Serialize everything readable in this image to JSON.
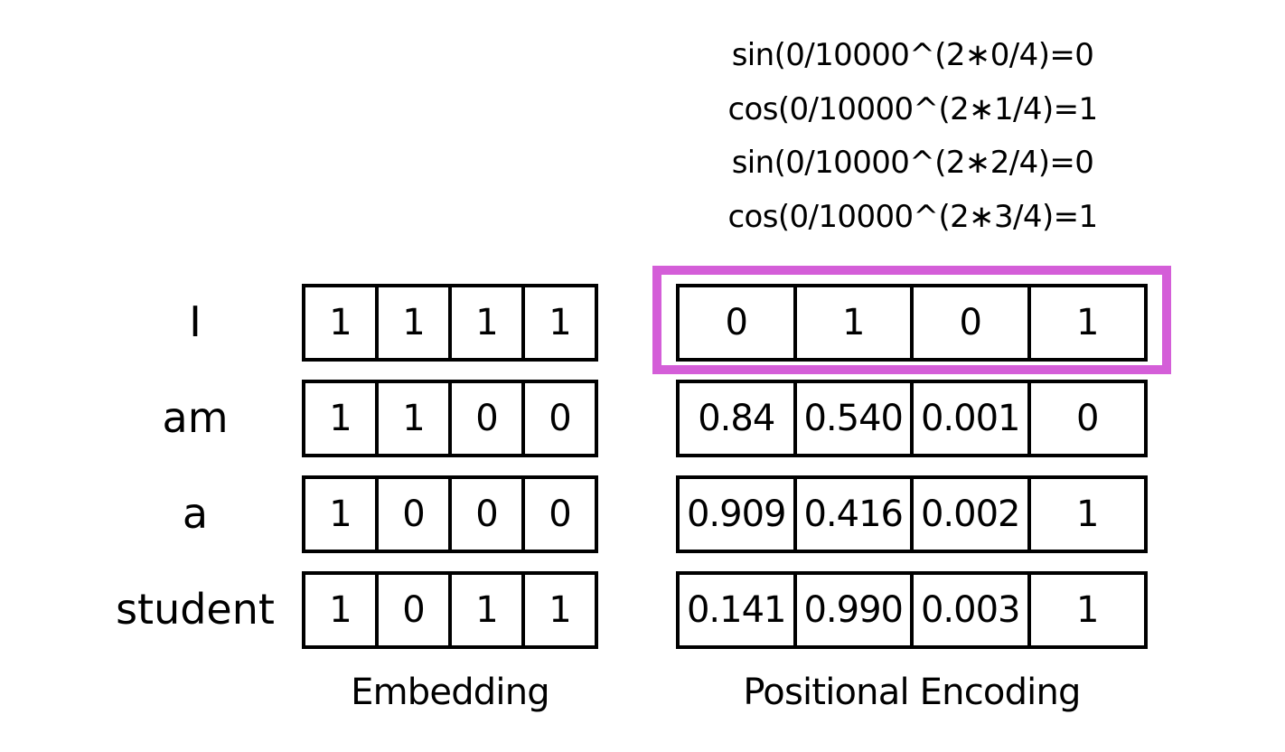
{
  "formulas": [
    "sin(0/10000^(2∗0/4)=0",
    "cos(0/10000^(2∗1/4)=1",
    "sin(0/10000^(2∗2/4)=0",
    "cos(0/10000^(2∗3/4)=1"
  ],
  "rows": [
    {
      "word": "I",
      "embedding": [
        "1",
        "1",
        "1",
        "1"
      ],
      "positional": [
        "0",
        "1",
        "0",
        "1"
      ]
    },
    {
      "word": "am",
      "embedding": [
        "1",
        "1",
        "0",
        "0"
      ],
      "positional": [
        "0.84",
        "0.540",
        "0.001",
        "0"
      ]
    },
    {
      "word": "a",
      "embedding": [
        "1",
        "0",
        "0",
        "0"
      ],
      "positional": [
        "0.909",
        "0.416",
        "0.002",
        "1"
      ]
    },
    {
      "word": "student",
      "embedding": [
        "1",
        "0",
        "1",
        "1"
      ],
      "positional": [
        "0.141",
        "0.990",
        "0.003",
        "1"
      ]
    }
  ],
  "captions": {
    "embedding": "Embedding",
    "positional_encoding": "Positional Encoding"
  },
  "colors": {
    "highlight": "#d45ed8",
    "border": "#000000"
  }
}
